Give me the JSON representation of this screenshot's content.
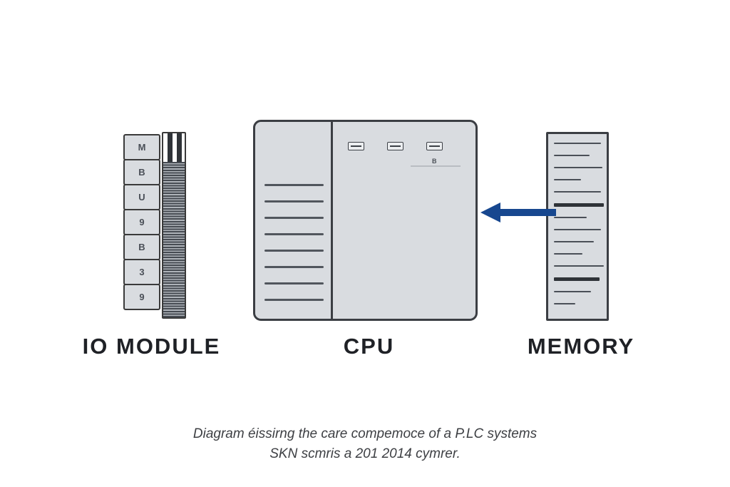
{
  "diagram": {
    "io_module": {
      "label": "IO MODULE",
      "slots": [
        "M",
        "B",
        "U",
        "9",
        "B",
        "3",
        "9"
      ]
    },
    "cpu": {
      "label": "CPU",
      "chip_mark": "B"
    },
    "memory": {
      "label": "MEMORY"
    },
    "caption": {
      "line1": "Diagram éissirng the care compemoce of a P.LC systems",
      "line2": "SKN scmris a 201 2014 cymrer."
    },
    "colors": {
      "arrow": "#17478f",
      "box_fill": "#d9dce0",
      "box_border": "#3a3a3a"
    }
  }
}
